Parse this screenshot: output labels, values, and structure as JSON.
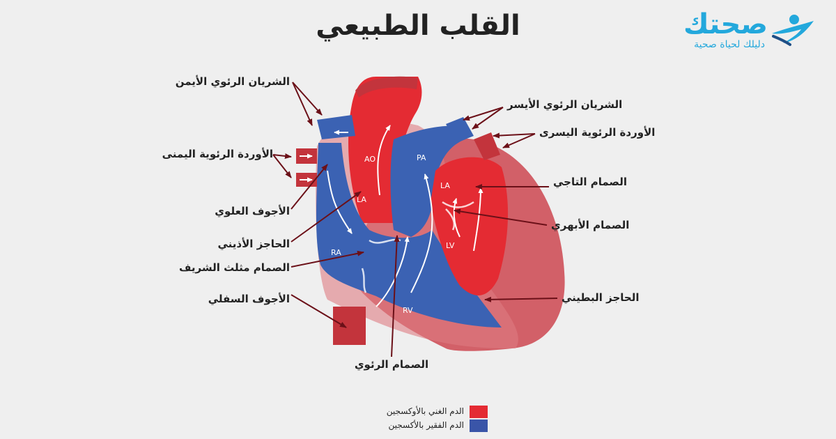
{
  "title": "القلب الطبيعي",
  "logo": {
    "wordmark": "صحتك",
    "tagline": "دليلك لحياة صحية"
  },
  "colors": {
    "oxygenated": "#e42b33",
    "deoxygenated": "#3a55a8",
    "outer_wall": "#d26068",
    "aorta_dark": "#c3343c",
    "vessel_blue": "#3b62b3",
    "arrow": "#6b1018",
    "logo_blue": "#23a8dc",
    "background": "#efefef"
  },
  "chambers": {
    "ao": "AO",
    "pa": "PA",
    "la": "LA",
    "la_small": "LA",
    "lv": "LV",
    "ra": "RA",
    "rv": "RV"
  },
  "labels": {
    "right_pulmonary_artery": "الشريان الرئوي الأيمن",
    "right_pulmonary_veins": "الأوردة الرئوية اليمنى",
    "superior_vena_cava": "الأجوف العلوي",
    "atrial_septum": "الحاجز الأذيني",
    "tricuspid_valve": "الصمام مثلث الشريف",
    "inferior_vena_cava": "الأجوف السفلي",
    "pulmonary_valve": "الصمام الرئوي",
    "left_pulmonary_artery": "الشريان الرئوي الأيسر",
    "left_pulmonary_veins": "الأوردة الرئوية اليسرى",
    "mitral_valve": "الصمام التاجي",
    "aortic_valve": "الصمام الأبهري",
    "ventricular_septum": "الحاجز البطيني"
  },
  "legend": [
    {
      "text": "الدم الغني بالأوكسجين",
      "color": "#e42b33"
    },
    {
      "text": "الدم الفقير بالأكسجين",
      "color": "#3a55a8"
    }
  ]
}
